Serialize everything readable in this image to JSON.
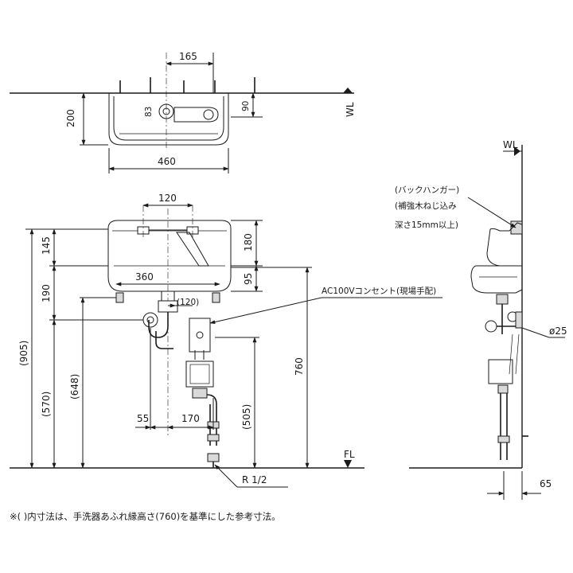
{
  "top_view": {
    "dim_width": "460",
    "dim_depth": "200",
    "dim_tap_offset": "165",
    "dim_tap_depth": "90",
    "dim_drain_depth": "83",
    "level_wl": "WL"
  },
  "front_view": {
    "dim_tap_span": "120",
    "dim_145": "145",
    "dim_180": "180",
    "dim_360": "360",
    "dim_95": "95",
    "dim_190": "190",
    "dim_905": "(905)",
    "dim_570": "(570)",
    "dim_648": "(648)",
    "dim_120b": "(120)",
    "dim_760": "760",
    "dim_505": "(505)",
    "dim_55": "55",
    "dim_170": "170",
    "outlet_label": "AC100Vコンセント(現場手配)",
    "pipe_label": "R 1/2",
    "level_fl": "FL"
  },
  "side_view": {
    "level_wl": "WL",
    "hanger_label_1": "(バックハンガー)",
    "hanger_label_2": "(補強木ねじ込み",
    "hanger_label_3": "深さ15mm以上)",
    "dim_pipe_dia": "ø25",
    "dim_65": "65"
  },
  "footnote": "※(  )内寸法は、手洗器あふれ縁高さ(760)を基準にした参考寸法。"
}
